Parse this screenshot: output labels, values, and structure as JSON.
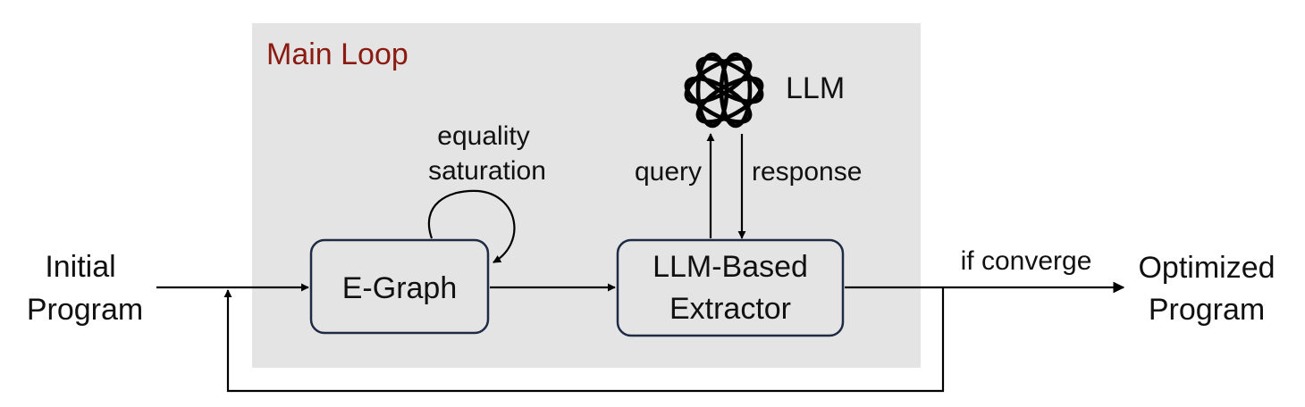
{
  "main_loop": {
    "title": "Main Loop",
    "title_color": "#8B1A10",
    "background": "#E4E4E4"
  },
  "input": {
    "line1": "Initial",
    "line2": "Program"
  },
  "output": {
    "line1": "Optimized",
    "line2": "Program"
  },
  "egraph": {
    "label": "E-Graph",
    "self_loop_line1": "equality",
    "self_loop_line2": "saturation"
  },
  "extractor": {
    "line1": "LLM-Based",
    "line2": "Extractor"
  },
  "llm": {
    "label": "LLM",
    "icon": "openai-logo-icon"
  },
  "edges": {
    "query": "query",
    "response": "response",
    "converge": "if converge"
  },
  "colors": {
    "node_fill": "#E4E4E4",
    "node_stroke": "#1F2A44",
    "arrow": "#000000"
  }
}
